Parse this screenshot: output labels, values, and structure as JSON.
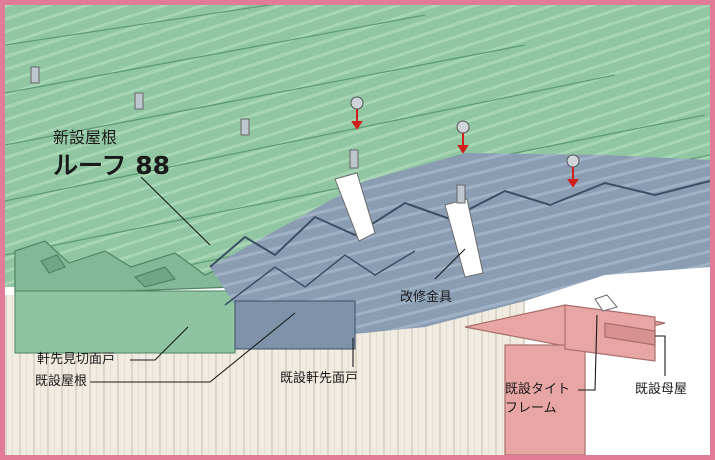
{
  "colors": {
    "frame": "#e07c98",
    "new_roof": "#8ec4a0",
    "existing_roof": "#8c9fb5",
    "wall": "#f1ece1",
    "purlin": "#e7a5a3",
    "screw": "#d11f1f"
  },
  "labels": {
    "new_roof_title": "新設屋根",
    "new_roof_product": "ルーフ 88",
    "eave_closure": "軒先見切面戸",
    "existing_roof": "既設屋根",
    "existing_eave_closure": "既設軒先面戸",
    "repair_bracket": "改修金具",
    "existing_purlin": "既設母屋",
    "tie_frame_line1": "既設タイト",
    "tie_frame_line2": "フレーム"
  }
}
